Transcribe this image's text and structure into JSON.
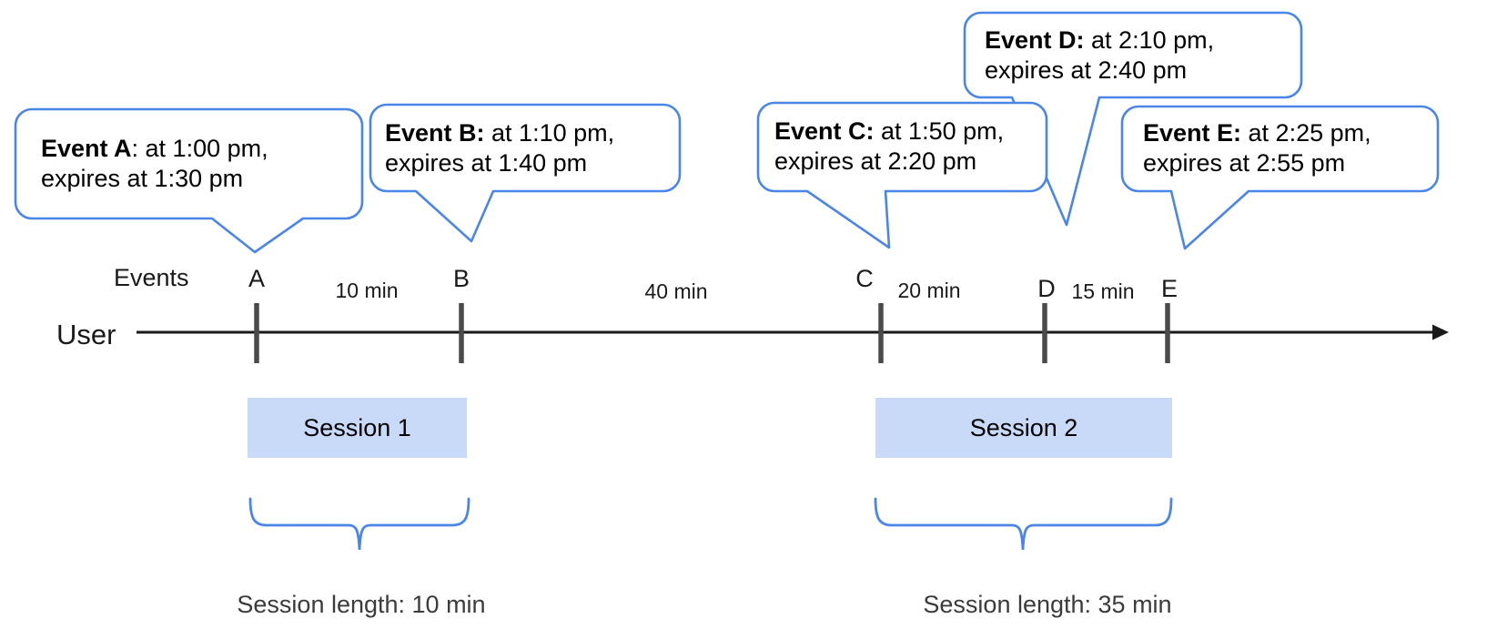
{
  "timeline": {
    "events_axis_label": "Events",
    "user_label": "User",
    "event_markers": [
      "A",
      "B",
      "C",
      "D",
      "E"
    ],
    "intervals": [
      "10 min",
      "40 min",
      "20 min",
      "15 min"
    ]
  },
  "bubbles": [
    {
      "event": "A",
      "bold": "Event A",
      "line1_rest": ": at 1:00 pm,",
      "line2": "expires at 1:30 pm"
    },
    {
      "event": "B",
      "bold": "Event B:",
      "line1_rest": " at 1:10 pm,",
      "line2": "expires at 1:40 pm"
    },
    {
      "event": "C",
      "bold": "Event C:",
      "line1_rest": " at 1:50 pm,",
      "line2": "expires at 2:20 pm"
    },
    {
      "event": "D",
      "bold": "Event D:",
      "line1_rest": " at 2:10 pm,",
      "line2": "expires at 2:40 pm"
    },
    {
      "event": "E",
      "bold": "Event E:",
      "line1_rest": " at 2:25 pm,",
      "line2": "expires at 2:55 pm"
    }
  ],
  "sessions": [
    {
      "label": "Session 1",
      "length": "Session length: 10 min"
    },
    {
      "label": "Session 2",
      "length": "Session length: 35 min"
    }
  ],
  "colors": {
    "bubble_border": "#4a86e8",
    "brace": "#4a86e8",
    "session_fill": "#c9daf8",
    "tick": "#4a4a4a",
    "axis": "#1a1a1a"
  }
}
